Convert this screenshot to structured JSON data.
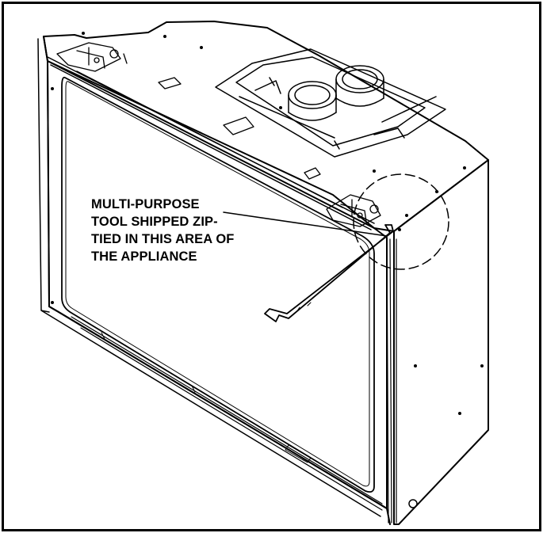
{
  "figure": {
    "callout_lines": [
      "MULTI-PURPOSE",
      "TOOL SHIPPED ZIP-",
      "TIED IN THIS AREA OF",
      "THE APPLIANCE"
    ],
    "line_color": "#000000",
    "background_color": "#ffffff"
  }
}
